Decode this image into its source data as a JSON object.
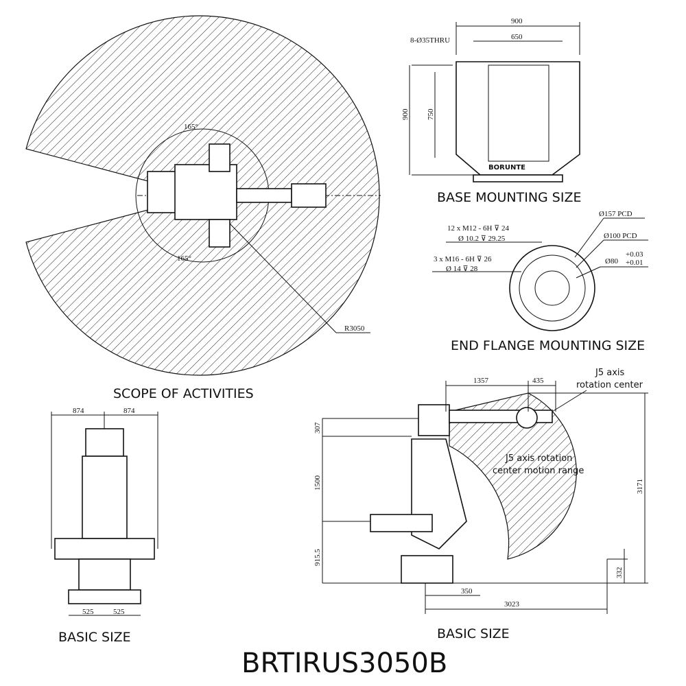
{
  "scope": {
    "caption": "SCOPE OF ACTIVITIES",
    "angle_top": "165°",
    "angle_bottom": "165°",
    "radius": "R3050"
  },
  "base": {
    "caption": "BASE MOUNTING SIZE",
    "width_outer": "900",
    "width_inner": "650",
    "holes": "8-Ø35THRU",
    "height_outer": "900",
    "height_inner": "750",
    "logo": "BORUNTE"
  },
  "flange": {
    "caption": "END FLANGE MOUNTING SIZE",
    "note1_line1": "12 x  M12 - 6H ⊽ 24",
    "note1_line2": "Ø 10.2 ⊽ 29.25",
    "note2_line1": "3 x  M16 - 6H ⊽ 26",
    "note2_line2": "Ø 14 ⊽ 28",
    "pcd157": "Ø157 PCD",
    "pcd100": "Ø100 PCD",
    "d80": "Ø80",
    "tol_upper": "+0.03",
    "tol_lower": "+0.01"
  },
  "front": {
    "caption": "BASIC SIZE",
    "left_width": "874",
    "right_width": "874",
    "base_left": "525",
    "base_right": "525"
  },
  "side": {
    "caption": "BASIC SIZE",
    "reach_1357": "1357",
    "reach_435": "435",
    "j5_label_line1": "J5 axis",
    "j5_label_line2": "rotation center",
    "range_line1": "J5 axis rotation",
    "range_line2": "center motion range",
    "h307": "307",
    "h1500": "1500",
    "h915": "915.5",
    "h3171": "3171",
    "h332": "332",
    "w350": "350",
    "w3023": "3023"
  },
  "model": "BRTIRUS3050B"
}
